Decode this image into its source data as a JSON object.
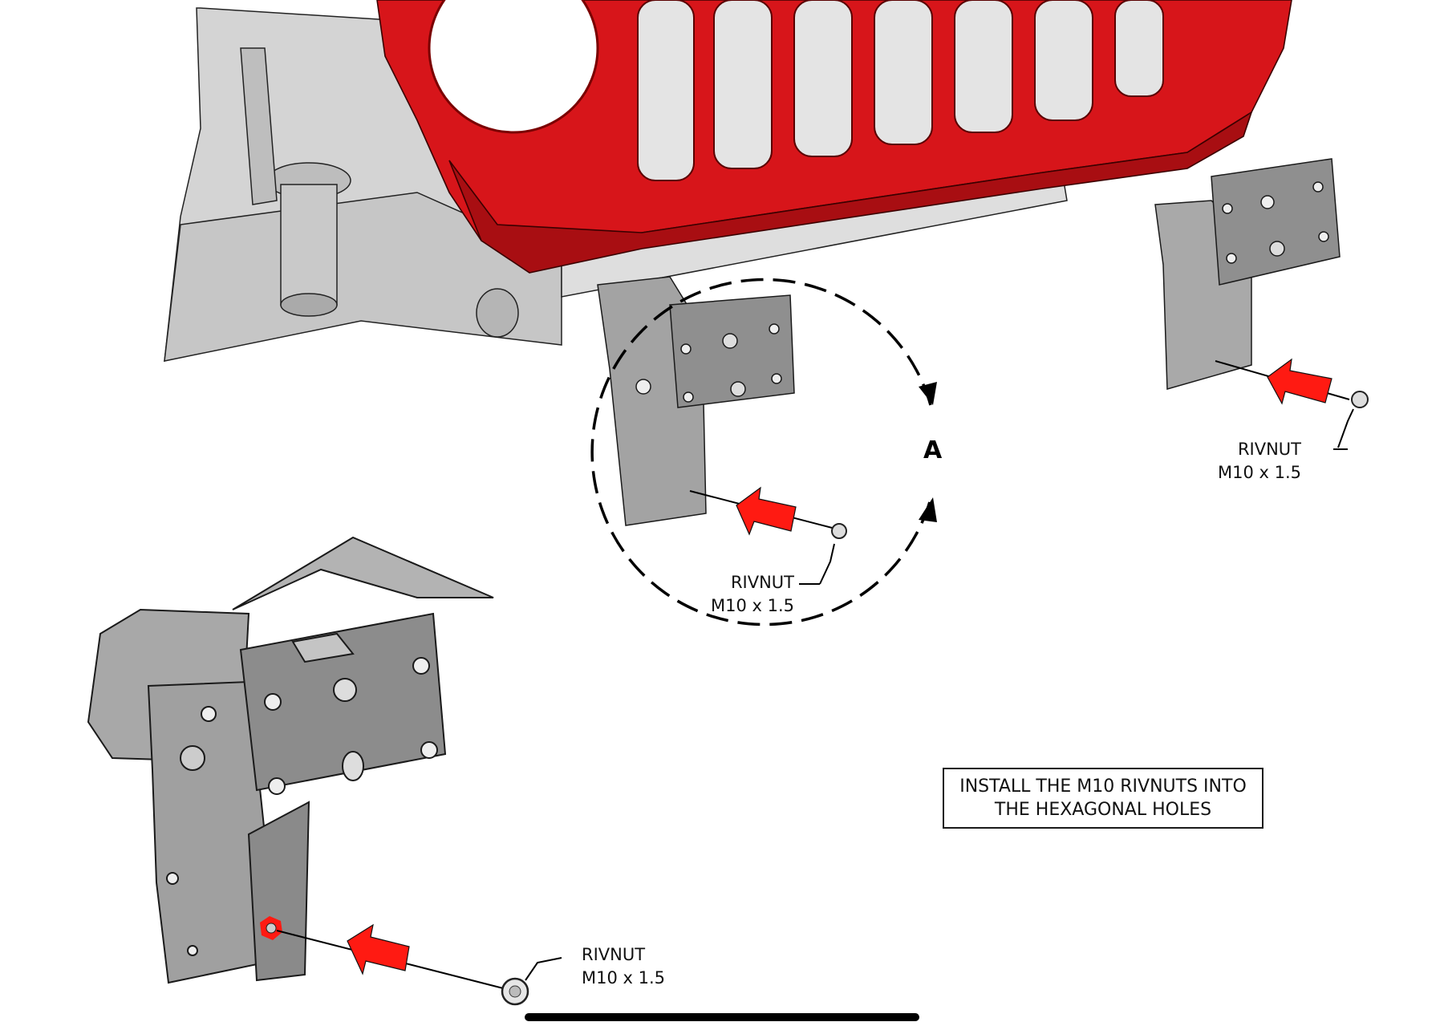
{
  "diagram": {
    "title": "Rivnut installation — front frame bumper brackets",
    "colors": {
      "grille_red": "#d7151a",
      "grille_shadow": "#a80e12",
      "frame_gray": "#cfcfcf",
      "bracket_gray": "#8d8d8d",
      "arrow_red": "#ff1a12",
      "line": "#111111",
      "background": "#ffffff"
    },
    "callouts": [
      {
        "id": "right-bracket",
        "line1": "RIVNUT",
        "line2": "M10 x 1.5"
      },
      {
        "id": "center-bracket",
        "line1": "RIVNUT",
        "line2": "M10 x 1.5"
      },
      {
        "id": "detail-a",
        "line1": "RIVNUT",
        "line2": "M10 x 1.5"
      }
    ],
    "detail_view": {
      "label": "A"
    },
    "instruction": {
      "line1": "INSTALL THE M10 RIVNUTS INTO",
      "line2": "THE HEXAGONAL HOLES"
    },
    "icons": {
      "insert_arrow": "red-insert-arrow-icon",
      "rivnut": "rivnut-icon",
      "hex_hole": "hexagonal-hole-icon",
      "rotate_arrow": "rotation-arrow-icon"
    }
  }
}
